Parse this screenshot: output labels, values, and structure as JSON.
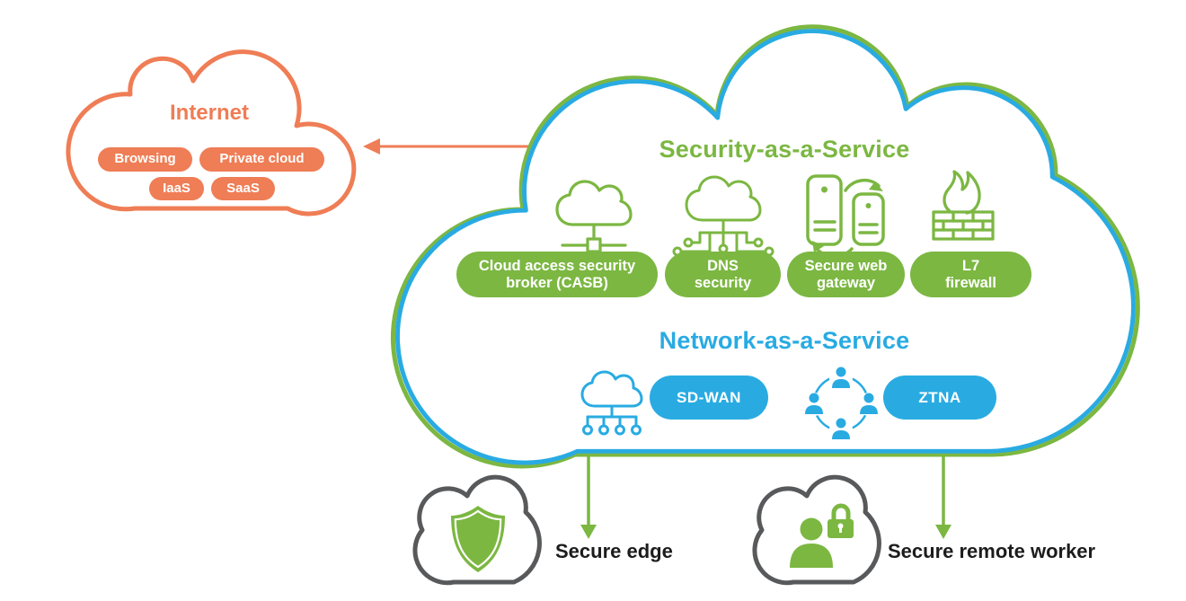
{
  "diagram": {
    "internet": {
      "title": "Internet",
      "pills": [
        "Browsing",
        "Private cloud",
        "IaaS",
        "SaaS"
      ]
    },
    "security": {
      "title": "Security-as-a-Service",
      "pills": [
        {
          "line1": "Cloud access security",
          "line2": "broker (CASB)"
        },
        {
          "line1": "DNS",
          "line2": "security"
        },
        {
          "line1": "Secure web",
          "line2": "gateway"
        },
        {
          "line1": "L7",
          "line2": "firewall"
        }
      ],
      "icons": [
        "casb-cloud-node-icon",
        "dns-circuit-cloud-icon",
        "secure-web-gateway-sync-icon",
        "l7-firewall-flame-icon"
      ]
    },
    "network": {
      "title": "Network-as-a-Service",
      "pills": [
        "SD-WAN",
        "ZTNA"
      ],
      "icons": [
        "sdwan-cloud-branch-icon",
        "ztna-user-ring-icon"
      ]
    },
    "edges": {
      "secure_edge": "Secure edge",
      "secure_remote_worker": "Secure remote worker",
      "icons": [
        "shield-cloud-icon",
        "remote-worker-lock-cloud-icon"
      ]
    },
    "colors": {
      "orange": "#EF7D55",
      "green": "#7CB742",
      "blue": "#29ABE2",
      "gray": "#58595B",
      "label_text": "#1C1C1C"
    }
  }
}
